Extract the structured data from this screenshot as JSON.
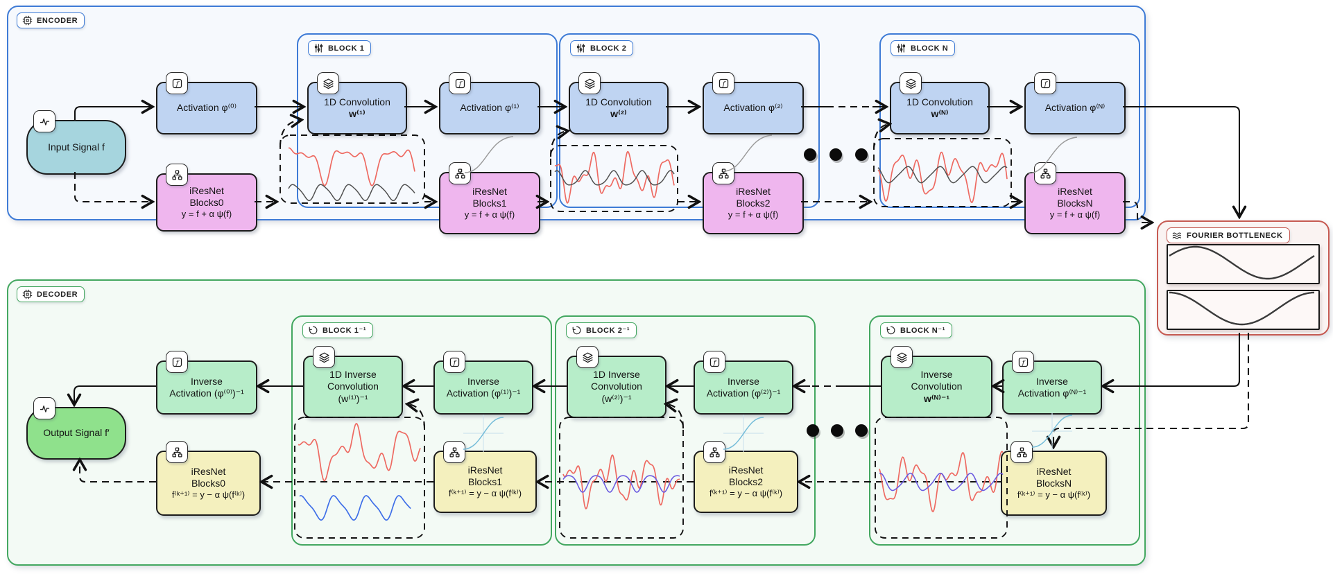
{
  "encoder": {
    "label": "ENCODER",
    "input_label": "Input Signal f",
    "act0": {
      "l1": "Activation φ⁽⁰⁾"
    },
    "ires0": {
      "l1": "iResNet",
      "l2": "Blocks0",
      "l3": "y = f + α ψ(f)"
    },
    "blocks": [
      {
        "label": "BLOCK 1",
        "conv": {
          "l1": "1D Convolution",
          "l2": "w⁽¹⁾"
        },
        "act": {
          "l1": "Activation φ⁽¹⁾"
        },
        "ires": {
          "l1": "iResNet",
          "l2": "Blocks1",
          "l3": "y = f + α ψ(f)"
        }
      },
      {
        "label": "BLOCK 2",
        "conv": {
          "l1": "1D Convolution",
          "l2": "w⁽²⁾"
        },
        "act": {
          "l1": "Activation φ⁽²⁾"
        },
        "ires": {
          "l1": "iResNet",
          "l2": "Blocks2",
          "l3": "y = f + α ψ(f)"
        }
      },
      {
        "label": "BLOCK N",
        "conv": {
          "l1": "1D Convolution",
          "l2": "w⁽ᴺ⁾"
        },
        "act": {
          "l1": "Activation φ⁽ᴺ⁾"
        },
        "ires": {
          "l1": "iResNet",
          "l2": "BlocksN",
          "l3": "y = f + α ψ(f)"
        }
      }
    ]
  },
  "bottleneck": {
    "label": "FOURIER BOTTLENECK"
  },
  "decoder": {
    "label": "DECODER",
    "output_label": "Output Signal f′",
    "act0": {
      "l1": "Inverse",
      "l2": "Activation (φ⁽⁰⁾)⁻¹"
    },
    "ires0": {
      "l1": "iResNet",
      "l2": "Blocks0",
      "l3": "f⁽ᵏ⁺¹⁾ = y − α ψ(f⁽ᵏ⁾)"
    },
    "blocks": [
      {
        "label": "BLOCK 1⁻¹",
        "conv": {
          "l1": "1D Inverse",
          "l2": "Convolution",
          "l3": "(w⁽¹⁾)⁻¹"
        },
        "act": {
          "l1": "Inverse",
          "l2": "Activation (φ⁽¹⁾)⁻¹"
        },
        "ires": {
          "l1": "iResNet",
          "l2": "Blocks1",
          "l3": "f⁽ᵏ⁺¹⁾ = y − α ψ(f⁽ᵏ⁾)"
        }
      },
      {
        "label": "BLOCK 2⁻¹",
        "conv": {
          "l1": "1D Inverse",
          "l2": "Convolution",
          "l3": "(w⁽²⁾)⁻¹"
        },
        "act": {
          "l1": "Inverse",
          "l2": "Activation (φ⁽²⁾)⁻¹"
        },
        "ires": {
          "l1": "iResNet",
          "l2": "Blocks2",
          "l3": "f⁽ᵏ⁺¹⁾ = y − α ψ(f⁽ᵏ⁾)"
        }
      },
      {
        "label": "BLOCK N⁻¹",
        "conv": {
          "l1": "Inverse",
          "l2": "Convolution",
          "l3": "w⁽ᴺ⁾⁻¹"
        },
        "act": {
          "l1": "Inverse",
          "l2": "Activation φ⁽ᴺ⁾⁻¹"
        },
        "ires": {
          "l1": "iResNet",
          "l2": "BlocksN",
          "l3": "f⁽ᵏ⁺¹⁾ = y − α ψ(f⁽ᵏ⁾)"
        }
      }
    ]
  },
  "icons": {
    "cpu-icon": "chip processor",
    "sliders-icon": "adjust sliders",
    "rotate-ccw-icon": "inverse rotate arrow",
    "waves-icon": "fourier waves",
    "function-icon": "italic f function",
    "layers-icon": "stacked layers",
    "network-icon": "node hierarchy",
    "activity-icon": "signal pulse"
  },
  "colors": {
    "encoder_border": "#3e7bd6",
    "encoder_bg": "#f6f9fd",
    "decoder_border": "#43a760",
    "decoder_bg": "#f3faf5",
    "bottleneck_border": "#c65a52",
    "bottleneck_bg": "#faf3f2",
    "node_blue": "#bfd4f2",
    "node_pink": "#efb6ee",
    "node_teal": "#a6d5de",
    "node_mint": "#b7edc9",
    "node_yellow": "#f4f0be",
    "node_green": "#8fe18c",
    "signal_red": "#ee6a62",
    "signal_dark": "#505050",
    "signal_blue": "#3f6fe8",
    "signal_violet": "#6c5ce0"
  }
}
